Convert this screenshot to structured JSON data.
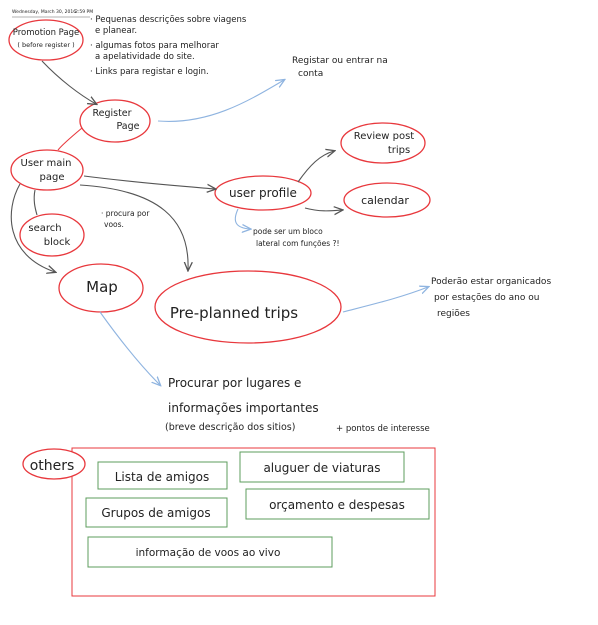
{
  "header": {
    "date": "Wednesday, March 30, 2016",
    "time": "2:59 PM"
  },
  "colors": {
    "bubble": "#e8383d",
    "arrow_dark": "#555555",
    "arrow_blue": "#8fb4e0",
    "green_box": "#5c9c5c",
    "ink": "#222222"
  },
  "nodes": {
    "promotion_page": {
      "line1": "Promotion Page",
      "line2": "( before register )"
    },
    "promotion_notes": [
      "· Pequenas descrições sobre viagens",
      "e planear.",
      "· algumas fotos para melhorar",
      "a apelatividade do site.",
      "· Links para registar e login."
    ],
    "register_note": {
      "line1": "Registar ou entrar na",
      "line2": "conta"
    },
    "register_page": {
      "line1": "Register",
      "line2": "Page"
    },
    "user_main_page": {
      "line1": "User main",
      "line2": "page"
    },
    "search_block": {
      "line1": "search",
      "line2": "block"
    },
    "search_note": {
      "line1": "· procura por",
      "line2": "voos."
    },
    "user_profile": {
      "label": "user profile"
    },
    "profile_note": {
      "line1": "pode ser um bloco",
      "line2": "lateral com funções ?!"
    },
    "review_post_trips": {
      "line1": "Review post",
      "line2": "trips"
    },
    "calendar": {
      "label": "calendar"
    },
    "map": {
      "label": "Map"
    },
    "preplanned_trips": {
      "label": "Pre-planned trips"
    },
    "preplanned_note": {
      "line1": "Poderão estar organicados",
      "line2": "por estações do ano ou",
      "line3": "regiões"
    },
    "map_note": {
      "line1": "Procurar por lugares e",
      "line2": "informações importantes",
      "line3": "(breve descrição dos sitios)",
      "line4": "+ pontos de interesse"
    }
  },
  "others": {
    "title": "others",
    "items": [
      "Lista de amigos",
      "aluguer de viaturas",
      "Grupos de amigos",
      "orçamento e despesas",
      "informação de voos ao vivo"
    ]
  }
}
